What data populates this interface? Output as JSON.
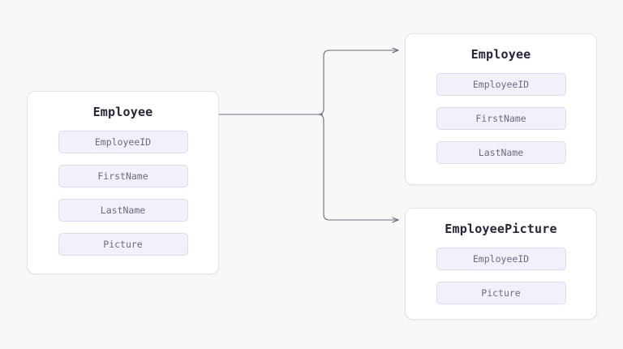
{
  "diagram": {
    "type": "entity-relationship-split",
    "background_color": "#f8f8f8",
    "accent_color": "#f2f0fa",
    "border_color": "#dedaf0",
    "title_color": "#26263a",
    "field_text_color": "#6c6c80",
    "edge_color": "#6b6b7b"
  },
  "entities": [
    {
      "id": "employee-source",
      "title": "Employee",
      "fields": [
        "EmployeeID",
        "FirstName",
        "LastName",
        "Picture"
      ]
    },
    {
      "id": "employee",
      "title": "Employee",
      "fields": [
        "EmployeeID",
        "FirstName",
        "LastName"
      ]
    },
    {
      "id": "employeepicture",
      "title": "EmployeePicture",
      "fields": [
        "EmployeeID",
        "Picture"
      ]
    }
  ],
  "edges": [
    {
      "id": "edge-to-employee",
      "from": "employee-source",
      "to": "employee",
      "arrow": "arrowhead-icon"
    },
    {
      "id": "edge-to-employeepicture",
      "from": "employee-source",
      "to": "employeepicture",
      "arrow": "arrowhead-icon"
    }
  ]
}
